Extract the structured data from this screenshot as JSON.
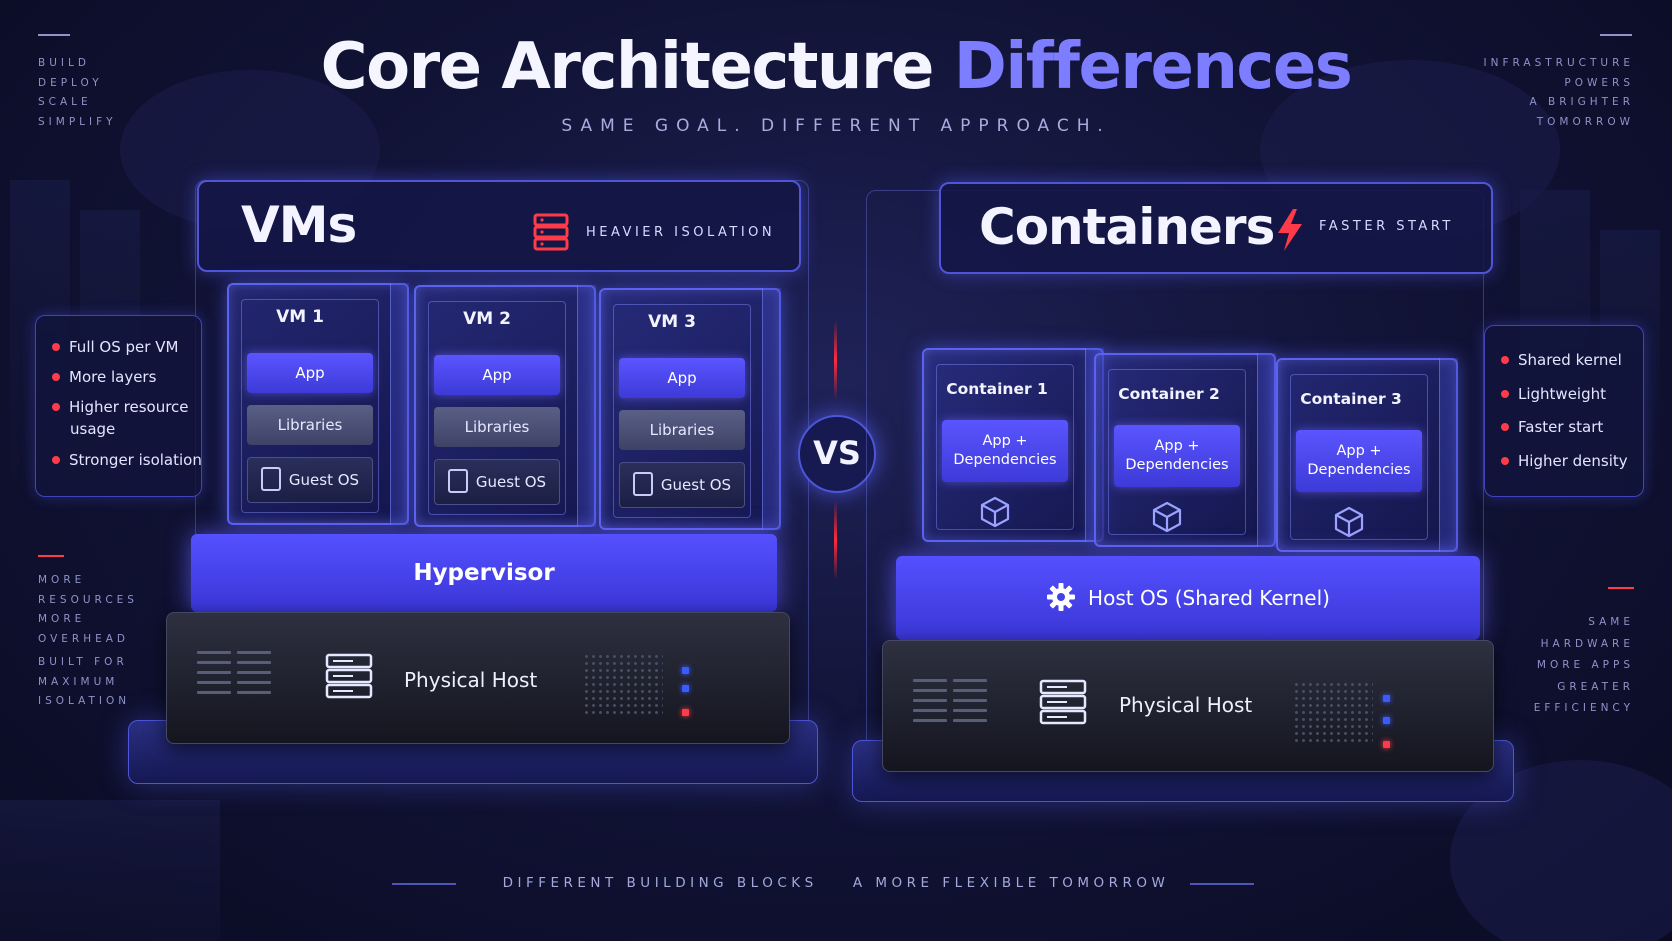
{
  "title": {
    "part1": "Core Architecture",
    "part2": "Differences"
  },
  "subtitle": "SAME GOAL. DIFFERENT APPROACH.",
  "top_left_words": [
    "BUILD",
    "DEPLOY",
    "SCALE",
    "SIMPLIFY"
  ],
  "top_right_words": [
    "INFRASTRUCTURE",
    "POWERS",
    "A BRIGHTER",
    "TOMORROW"
  ],
  "left_notes": [
    "MORE",
    "RESOURCES",
    "MORE",
    "OVERHEAD",
    "BUILT FOR",
    "MAXIMUM",
    "ISOLATION"
  ],
  "right_notes": [
    "SAME",
    "HARDWARE",
    "MORE APPS",
    "GREATER",
    "EFFICIENCY"
  ],
  "vms": {
    "title": "VMs",
    "tag": "HEAVIER ISOLATION",
    "boxes": [
      {
        "label": "VM 1",
        "app": "App",
        "libraries": "Libraries",
        "guest_os": "Guest OS"
      },
      {
        "label": "VM 2",
        "app": "App",
        "libraries": "Libraries",
        "guest_os": "Guest OS"
      },
      {
        "label": "VM 3",
        "app": "App",
        "libraries": "Libraries",
        "guest_os": "Guest OS"
      }
    ],
    "hypervisor": "Hypervisor",
    "host": "Physical Host",
    "bullets": [
      "Full OS per VM",
      "More layers",
      "Higher resource",
      "usage",
      "Stronger isolation"
    ]
  },
  "vs": "VS",
  "containers": {
    "title": "Containers",
    "tag": "FASTER START",
    "boxes": [
      {
        "label": "Container 1",
        "app_line1": "App +",
        "app_line2": "Dependencies"
      },
      {
        "label": "Container 2",
        "app_line1": "App +",
        "app_line2": "Dependencies"
      },
      {
        "label": "Container 3",
        "app_line1": "App +",
        "app_line2": "Dependencies"
      }
    ],
    "host_os": "Host OS (Shared Kernel)",
    "host": "Physical Host",
    "bullets": [
      "Shared kernel",
      "Lightweight",
      "Faster start",
      "Higher density"
    ]
  },
  "footer": {
    "left": "DIFFERENT BUILDING BLOCKS",
    "right": "A MORE FLEXIBLE TOMORROW"
  },
  "colors": {
    "accent": "#5450ff",
    "alert": "#ff3b4a",
    "background": "#0c0d2a"
  },
  "icons": [
    "server-icon",
    "lightning-icon",
    "disk-icon",
    "gear-icon",
    "cube-icon"
  ]
}
